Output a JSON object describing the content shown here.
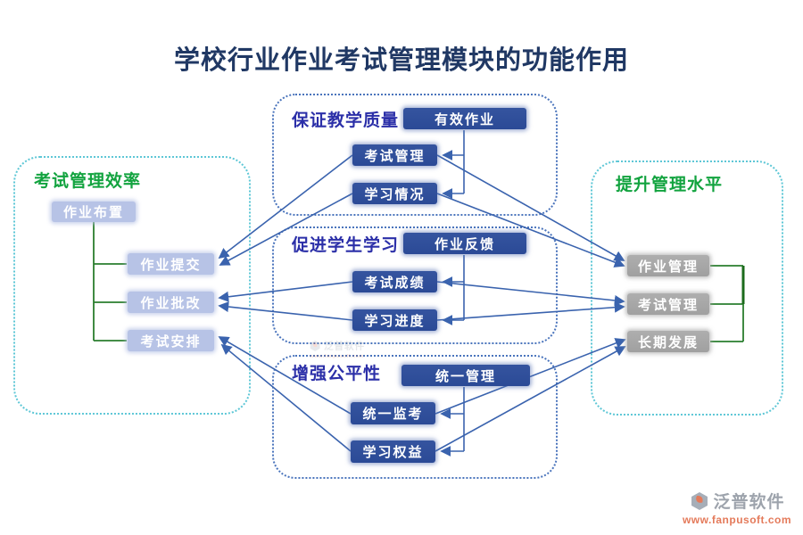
{
  "title": "学校行业作业考试管理模块的功能作用",
  "panels": {
    "left": {
      "title": "考试管理效率",
      "nodes": [
        "作业布置",
        "作业提交",
        "作业批改",
        "考试安排"
      ]
    },
    "quality": {
      "title": "保证教学质量",
      "header": "有效作业",
      "nodes": [
        "考试管理",
        "学习情况"
      ]
    },
    "learning": {
      "title": "促进学生学习",
      "header": "作业反馈",
      "nodes": [
        "考试成绩",
        "学习进度"
      ]
    },
    "fairness": {
      "title": "增强公平性",
      "header": "统一管理",
      "nodes": [
        "统一监考",
        "学习权益"
      ]
    },
    "right": {
      "title": "提升管理水平",
      "nodes": [
        "作业管理",
        "考试管理",
        "长期发展"
      ]
    }
  },
  "edges": [
    "作业布置->作业提交",
    "作业布置->作业批改",
    "作业布置->考试安排",
    "有效作业->考试管理(保证教学质量)",
    "有效作业->学习情况",
    "作业反馈->考试成绩",
    "作业反馈->学习进度",
    "统一管理->统一监考",
    "统一管理->学习权益",
    "考试管理(保证教学质量)->作业提交",
    "学习情况->作业提交",
    "考试成绩->作业批改",
    "学习进度->作业批改",
    "统一监考->考试安排",
    "学习权益->考试安排",
    "考试管理(保证教学质量)->作业管理",
    "学习情况->作业管理",
    "考试成绩->考试管理(提升管理水平)",
    "学习进度->考试管理(提升管理水平)",
    "统一监考->长期发展",
    "学习权益->长期发展",
    "作业管理->汇合",
    "考试管理(提升管理水平)->汇合",
    "长期发展->汇合"
  ],
  "colors": {
    "title_navy": "#203864",
    "green_title": "#12a33f",
    "blue_title": "#2b2fa8",
    "dark_node": "#2e4f9e",
    "light_node": "#b7c3e6",
    "gray_node": "#a8a8a8",
    "arrow_blue": "#3a63ae",
    "tree_green": "#2a7e2e",
    "outer_border_teal": "#5ec7d6",
    "mid_border_blue": "#4a74bc",
    "watermark_orange": "#e0633e",
    "watermark_gray": "#8d949e"
  },
  "watermark": {
    "brand": "泛普软件",
    "url": "www.fanpusoft.com"
  }
}
